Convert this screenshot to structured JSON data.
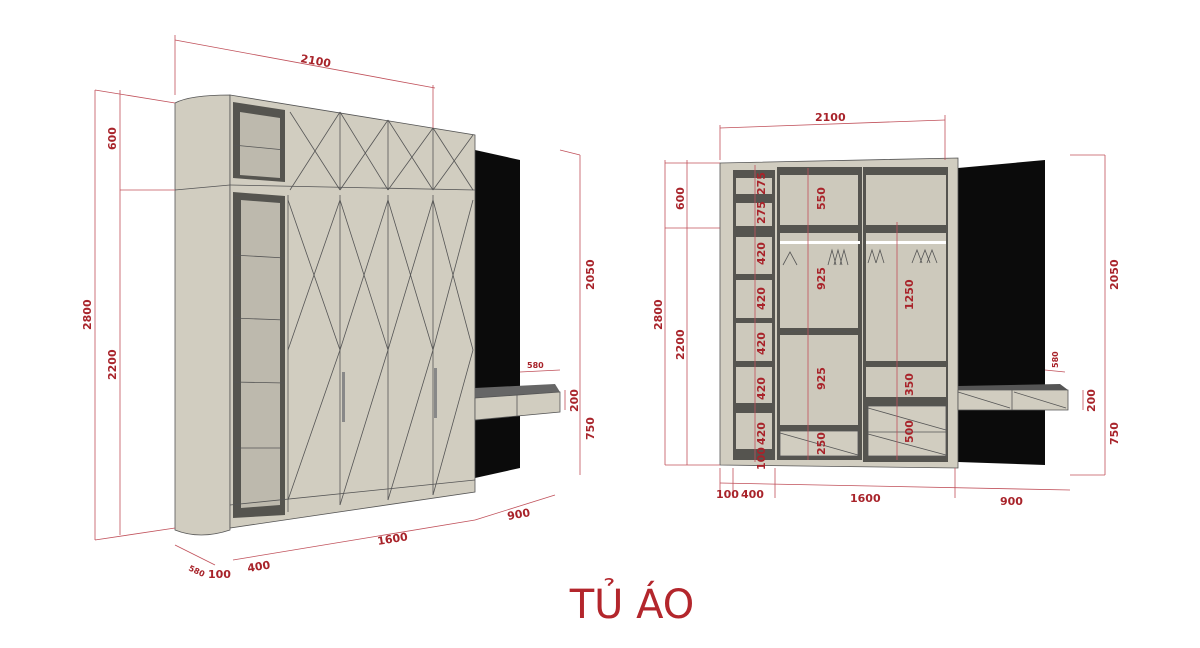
{
  "title": "TỦ ÁO",
  "colors": {
    "dimension": "#a8232a",
    "panel": "#d1cdc0",
    "interior": "#55544f",
    "door": "#0b0b0b"
  },
  "perspective_view": {
    "width_total": "2100",
    "height_top": "600",
    "height_body": "2200",
    "height_total": "2800",
    "depth": "580",
    "desk_depth": "580",
    "desk_height": "200",
    "door_height": "2050",
    "desk_top_height": "750",
    "desk_width": "900",
    "wardrobe_width": "1600",
    "shelf_width": "400",
    "side_width": "100"
  },
  "front_view": {
    "width_total": "2100",
    "height_top": "600",
    "height_total": "2800",
    "height_body": "2200",
    "door_height": "2050",
    "desk_depth": "580",
    "desk_height": "200",
    "desk_top_height": "750",
    "side_width": "100",
    "shelf_width": "400",
    "wardrobe_width": "1600",
    "desk_width": "900",
    "interior": {
      "left_top": [
        "275",
        "275"
      ],
      "left_shelves": [
        "420",
        "420",
        "420",
        "420",
        "420"
      ],
      "plinth": "100",
      "mid_top": "550",
      "mid_hang_upper": "925",
      "mid_hang_lower": "925",
      "mid_drawer": "250",
      "right_hang": "1250",
      "right_shelf": "350",
      "right_drawers": "500"
    }
  }
}
